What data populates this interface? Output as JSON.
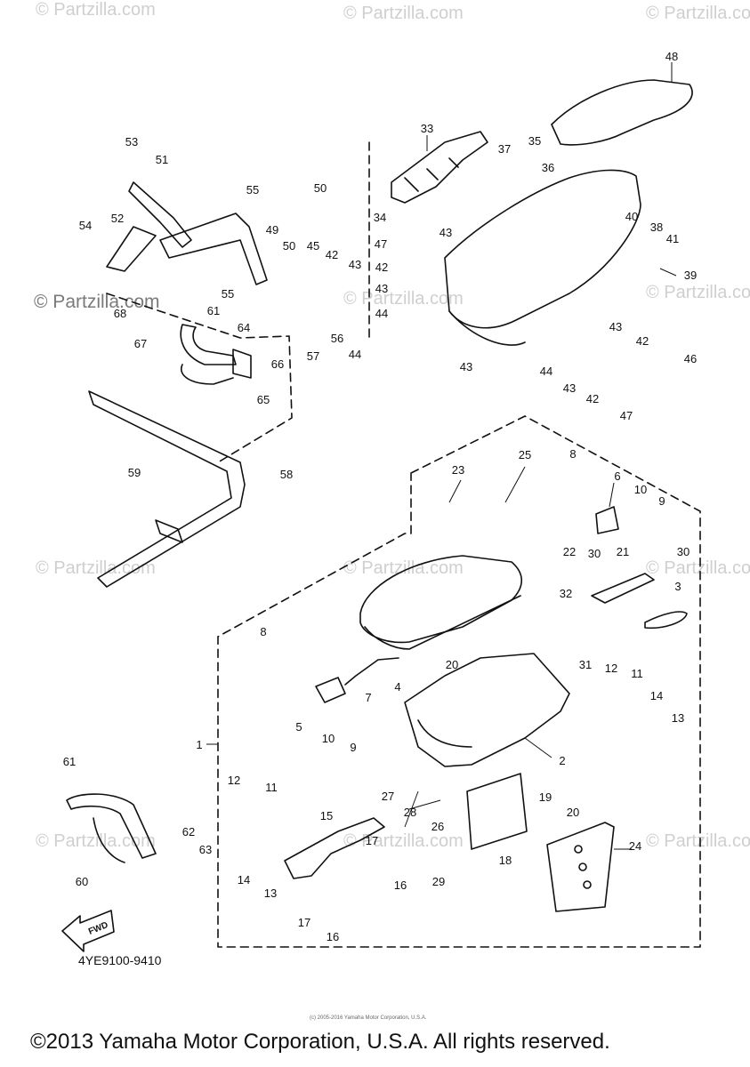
{
  "watermark": {
    "text": "© Partzilla.com",
    "dark_text": "© Partzilla.com"
  },
  "callouts": [
    {
      "n": "1"
    },
    {
      "n": "2"
    },
    {
      "n": "3"
    },
    {
      "n": "4"
    },
    {
      "n": "5"
    },
    {
      "n": "6"
    },
    {
      "n": "7"
    },
    {
      "n": "8"
    },
    {
      "n": "8"
    },
    {
      "n": "9"
    },
    {
      "n": "9"
    },
    {
      "n": "10"
    },
    {
      "n": "10"
    },
    {
      "n": "11"
    },
    {
      "n": "11"
    },
    {
      "n": "12"
    },
    {
      "n": "12"
    },
    {
      "n": "13"
    },
    {
      "n": "13"
    },
    {
      "n": "14"
    },
    {
      "n": "14"
    },
    {
      "n": "15"
    },
    {
      "n": "16"
    },
    {
      "n": "16"
    },
    {
      "n": "17"
    },
    {
      "n": "17"
    },
    {
      "n": "18"
    },
    {
      "n": "19"
    },
    {
      "n": "20"
    },
    {
      "n": "20"
    },
    {
      "n": "21"
    },
    {
      "n": "22"
    },
    {
      "n": "23"
    },
    {
      "n": "24"
    },
    {
      "n": "25"
    },
    {
      "n": "26"
    },
    {
      "n": "27"
    },
    {
      "n": "28"
    },
    {
      "n": "29"
    },
    {
      "n": "30"
    },
    {
      "n": "30"
    },
    {
      "n": "31"
    },
    {
      "n": "32"
    },
    {
      "n": "33"
    },
    {
      "n": "34"
    },
    {
      "n": "35"
    },
    {
      "n": "36"
    },
    {
      "n": "37"
    },
    {
      "n": "38"
    },
    {
      "n": "39"
    },
    {
      "n": "40"
    },
    {
      "n": "41"
    },
    {
      "n": "42"
    },
    {
      "n": "42"
    },
    {
      "n": "42"
    },
    {
      "n": "42"
    },
    {
      "n": "43"
    },
    {
      "n": "43"
    },
    {
      "n": "43"
    },
    {
      "n": "43"
    },
    {
      "n": "43"
    },
    {
      "n": "43"
    },
    {
      "n": "44"
    },
    {
      "n": "44"
    },
    {
      "n": "44"
    },
    {
      "n": "45"
    },
    {
      "n": "46"
    },
    {
      "n": "47"
    },
    {
      "n": "47"
    },
    {
      "n": "48"
    },
    {
      "n": "49"
    },
    {
      "n": "50"
    },
    {
      "n": "50"
    },
    {
      "n": "51"
    },
    {
      "n": "52"
    },
    {
      "n": "53"
    },
    {
      "n": "54"
    },
    {
      "n": "55"
    },
    {
      "n": "55"
    },
    {
      "n": "56"
    },
    {
      "n": "57"
    },
    {
      "n": "58"
    },
    {
      "n": "59"
    },
    {
      "n": "60"
    },
    {
      "n": "61"
    },
    {
      "n": "61"
    },
    {
      "n": "62"
    },
    {
      "n": "63"
    },
    {
      "n": "64"
    },
    {
      "n": "65"
    },
    {
      "n": "66"
    },
    {
      "n": "67"
    },
    {
      "n": "68"
    }
  ],
  "direction_arrow": "FWD",
  "drawing_code": "4YE9100-9410",
  "tiny_copyright": "(c) 2005-2016 Yamaha Motor Corporation, U.S.A.",
  "copyright": "©2013 Yamaha Motor Corporation, U.S.A. All rights reserved."
}
